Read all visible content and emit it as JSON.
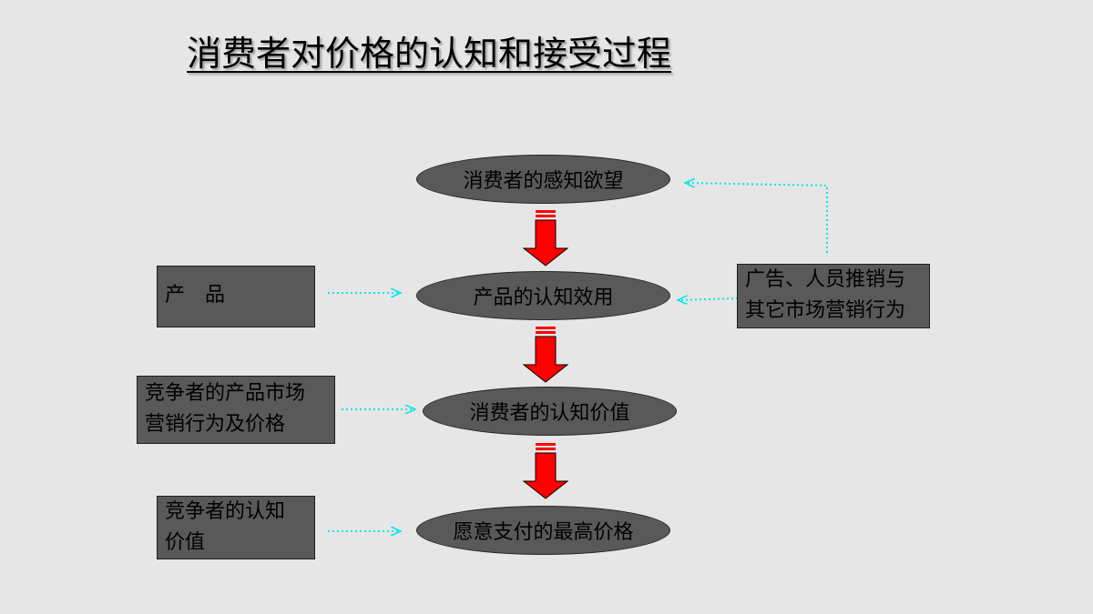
{
  "title": "消费者对价格的认知和接受过程",
  "nodes": {
    "desire": "消费者的感知欲望",
    "utility": "产品的认知效用",
    "value": "消费者的认知价值",
    "max_price": "愿意支付的最高价格"
  },
  "inputs": {
    "product": "产　品",
    "advertising": "广告、人员推销与\n其它市场营销行为",
    "competitor_marketing": "竞争者的产品市场\n营销行为及价格",
    "competitor_value": "竞争者的认知\n价值"
  },
  "colors": {
    "background": "#e6e6e6",
    "shape_fill": "#595959",
    "flow_arrow": "#ff0000",
    "influence_arrow": "#00e5e5"
  }
}
